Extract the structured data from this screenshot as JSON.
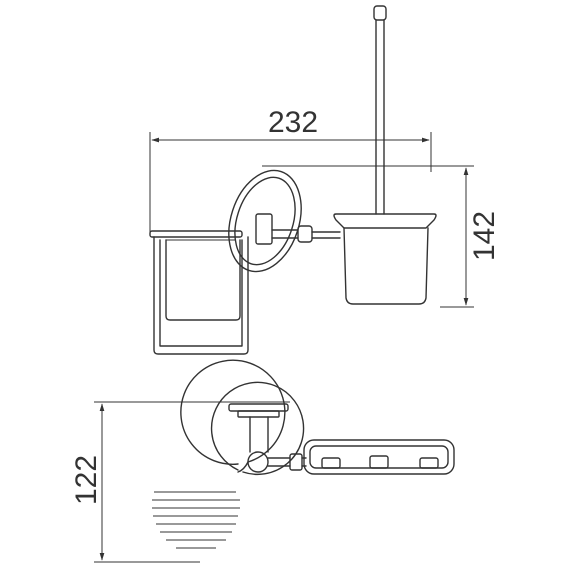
{
  "drawing": {
    "dimensions": {
      "width": "232",
      "height_top": "142",
      "height_bottom": "122"
    },
    "colors": {
      "line": "#333333",
      "background": "#ffffff"
    }
  }
}
